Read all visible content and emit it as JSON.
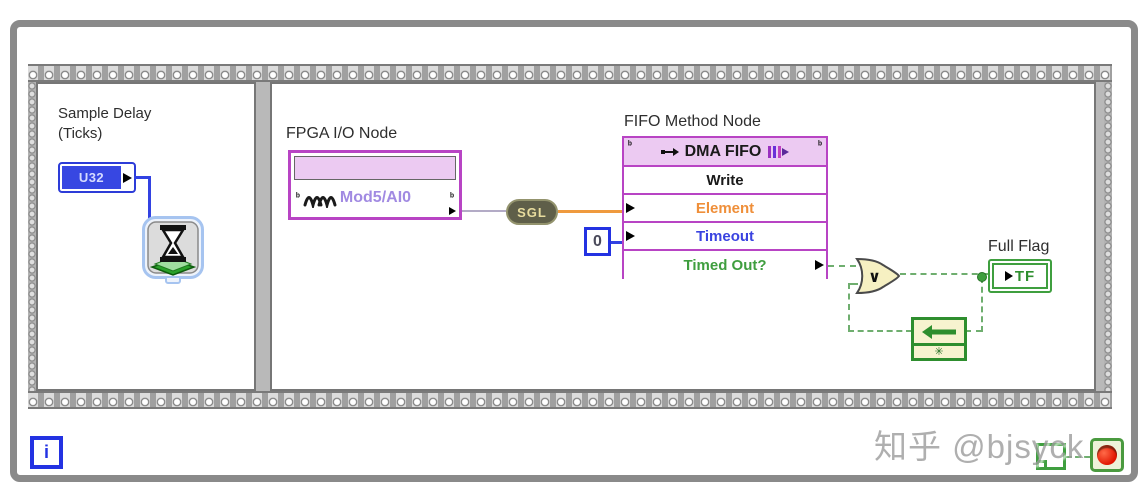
{
  "watermark": "知乎 @bjsyck",
  "icons": {
    "corner_flag": "ᵇ",
    "or_symbol": "∨",
    "feedback_initializer": "✳"
  },
  "while_loop": {
    "iteration_terminal": "i"
  },
  "sequence": {
    "frame1": {
      "control_label_line1": "Sample Delay",
      "control_label_line2": "(Ticks)",
      "control_type": "U32"
    },
    "frame2": {
      "io_node_label": "FPGA I/O Node",
      "io_channel": "Mod5/AI0",
      "conversion_label": "SGL",
      "timeout_constant": "0",
      "fifo_label": "FIFO Method Node",
      "fifo_header": "DMA FIFO",
      "fifo_rows": [
        {
          "label": "Write",
          "color": "#1a1a1a",
          "direction": "none"
        },
        {
          "label": "Element",
          "color": "#ef8f3a",
          "direction": "input"
        },
        {
          "label": "Timeout",
          "color": "#3a43e0",
          "direction": "input"
        },
        {
          "label": "Timed Out?",
          "color": "#3f9e3f",
          "direction": "output"
        }
      ],
      "indicator_label": "Full Flag",
      "indicator_type": "TF"
    }
  },
  "colors": {
    "structure_magenta": "#b844c4",
    "node_fill_purple": "#eccaf2",
    "boolean_green": "#3f9f3f",
    "integer_blue": "#2332e2",
    "float_orange": "#ef9a3e",
    "io_wire_purple": "#b3abc6",
    "stop_red": "#e01500",
    "loop_border_gray": "#8a8a8a"
  }
}
